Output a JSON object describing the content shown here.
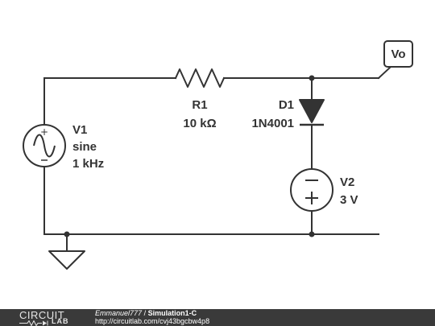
{
  "schematic": {
    "components": {
      "source": {
        "name": "V1",
        "type": "sine",
        "frequency": "1 kHz"
      },
      "resistor": {
        "name": "R1",
        "value": "10 kΩ"
      },
      "diode": {
        "name": "D1",
        "part": "1N4001"
      },
      "dc_source": {
        "name": "V2",
        "value": "3 V"
      },
      "probe": {
        "label": "Vo"
      }
    },
    "colors": {
      "wire": "#333333",
      "label": "#333333",
      "footer_bg": "#3a3a3a"
    }
  },
  "footer": {
    "logo_top": "CIRCUIT",
    "logo_bottom": "LAB",
    "author": "Emmanuel777",
    "separator": "/",
    "title": "Simulation1-C",
    "url": "http://circuitlab.com/cvj43bgcbw4p8"
  }
}
